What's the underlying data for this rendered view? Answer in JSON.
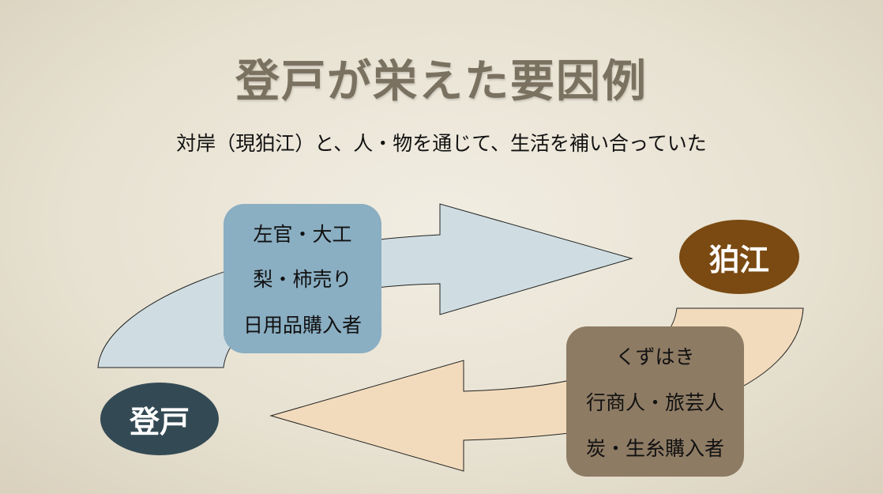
{
  "title": "登戸が栄えた要因例",
  "subtitle": "対岸（現狛江）と、人・物を通じて、生活を補い合っていた",
  "places": {
    "komae": "狛江",
    "noborito": "登戸"
  },
  "to_komae": {
    "items": [
      "左官・大工",
      "梨・柿売り",
      "日用品購入者"
    ],
    "color": "#cfdde2"
  },
  "to_noborito": {
    "items": [
      "くずはき",
      "行商人・旅芸人",
      "炭・生糸購入者"
    ],
    "color": "#f2dbbc"
  }
}
